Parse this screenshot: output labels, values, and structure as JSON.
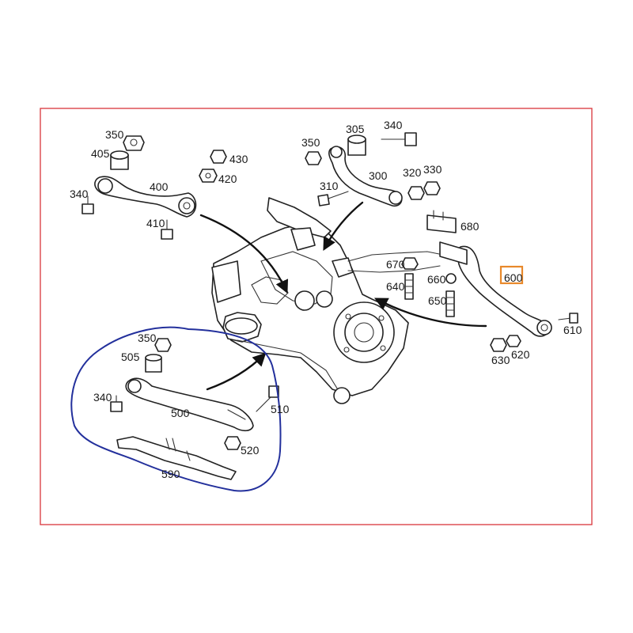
{
  "colors": {
    "frame": "#d9353b",
    "highlight": "#e8892b",
    "group_outline": "#23309c",
    "ink": "#222222"
  },
  "labels": {
    "p350a": "350",
    "p405": "405",
    "p400": "400",
    "p340a": "340",
    "p410": "410",
    "p430": "430",
    "p420": "420",
    "p305": "305",
    "p340b": "340",
    "p350b": "350",
    "p300": "300",
    "p310": "310",
    "p320": "320",
    "p330": "330",
    "p680": "680",
    "p670": "670",
    "p640": "640",
    "p660": "660",
    "p650": "650",
    "p600": "600",
    "p610": "610",
    "p630": "630",
    "p620": "620",
    "p350c": "350",
    "p505": "505",
    "p340c": "340",
    "p500": "500",
    "p510": "510",
    "p520": "520",
    "p590": "590"
  }
}
